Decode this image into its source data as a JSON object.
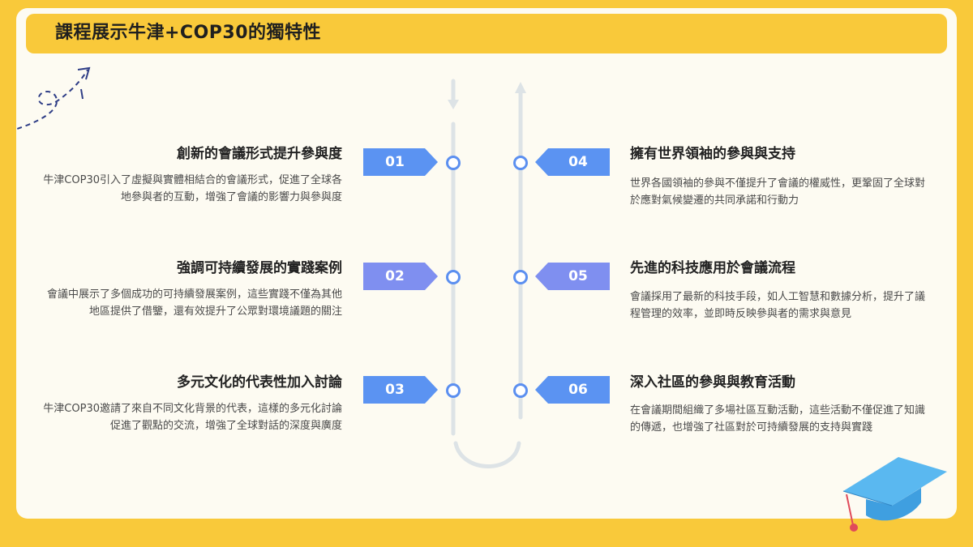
{
  "header": {
    "title": "課程展示牛津+COP30的獨特性"
  },
  "items": [
    {
      "number": "01",
      "title": "創新的會議形式提升參與度",
      "desc": "牛津COP30引入了虛擬與實體相結合的會議形式，促進了全球各地參與者的互動，增強了會議的影響力與參與度"
    },
    {
      "number": "02",
      "title": "強調可持續發展的實踐案例",
      "desc": "會議中展示了多個成功的可持續發展案例，這些實踐不僅為其他地區提供了借鑒，還有效提升了公眾對環境議題的關注"
    },
    {
      "number": "03",
      "title": "多元文化的代表性加入討論",
      "desc": "牛津COP30邀請了來自不同文化背景的代表，這樣的多元化討論促進了觀點的交流，增強了全球對話的深度與廣度"
    },
    {
      "number": "04",
      "title": "擁有世界領袖的參與與支持",
      "desc": "世界各國領袖的參與不僅提升了會議的權威性，更鞏固了全球對於應對氣候變遷的共同承諾和行動力"
    },
    {
      "number": "05",
      "title": "先進的科技應用於會議流程",
      "desc": "會議採用了最新的科技手段，如人工智慧和數據分析，提升了議程管理的效率，並即時反映參與者的需求與意見"
    },
    {
      "number": "06",
      "title": "深入社區的參與與教育活動",
      "desc": "在會議期間組織了多場社區互動活動，這些活動不僅促進了知識的傳遞，也增強了社區對於可持續發展的支持與實踐"
    }
  ],
  "colors": {
    "background": "#f9c93a",
    "slide": "#fdfbf2",
    "badge_blue": "#5b93f2",
    "badge_purple": "#7f8ff0",
    "track": "#dde3e6",
    "node_border": "#5b8ff0"
  },
  "icons": {
    "decoration": "dashed-arrow-icon",
    "corner": "graduation-cap-icon"
  }
}
